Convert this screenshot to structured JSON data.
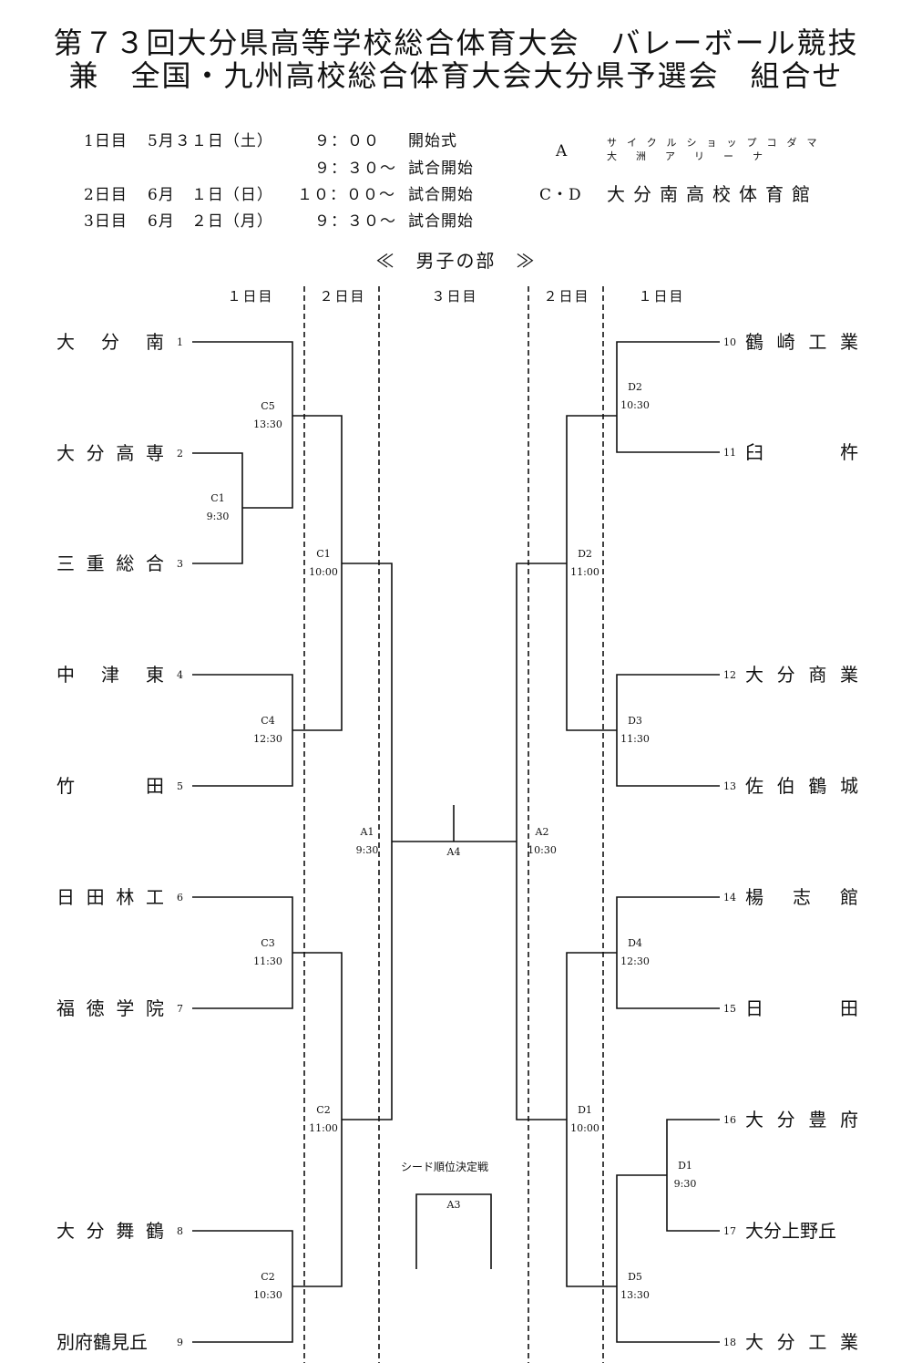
{
  "title": {
    "line1": "第７３回大分県高等学校総合体育大会　バレーボール競技",
    "line2": "兼　全国・九州高校総合体育大会大分県予選会　組合せ"
  },
  "schedule": [
    {
      "day": "1日目",
      "date": "5月３１日（土）",
      "time": "９：００",
      "event": "開始式"
    },
    {
      "day": "",
      "date": "",
      "time": "９：３０～",
      "event": "試合開始"
    },
    {
      "day": "2日目",
      "date": "6月　１日（日）",
      "time": "１０：００～",
      "event": "試合開始"
    },
    {
      "day": "3日目",
      "date": "6月　２日（月）",
      "time": "９：３０～",
      "event": "試合開始"
    }
  ],
  "venues": {
    "a_label": "A",
    "a_line1": "サイクルショップコダマ",
    "a_line2": "大洲アリーナ",
    "cd_label": "C・D",
    "cd_name": "大分南高校体育館"
  },
  "division": "≪　男子の部　≫",
  "day_headers": [
    "１日目",
    "２日目",
    "３日目",
    "２日目",
    "１日目"
  ],
  "left_teams": [
    {
      "seed": "1",
      "chars": [
        "大",
        "分",
        "南"
      ]
    },
    {
      "seed": "2",
      "chars": [
        "大",
        "分",
        "高",
        "専"
      ]
    },
    {
      "seed": "3",
      "chars": [
        "三",
        "重",
        "総",
        "合"
      ]
    },
    {
      "seed": "4",
      "chars": [
        "中",
        "津",
        "東"
      ]
    },
    {
      "seed": "5",
      "chars": [
        "竹",
        "田"
      ]
    },
    {
      "seed": "6",
      "chars": [
        "日",
        "田",
        "林",
        "工"
      ]
    },
    {
      "seed": "7",
      "chars": [
        "福",
        "徳",
        "学",
        "院"
      ]
    },
    {
      "seed": "8",
      "chars": [
        "大",
        "分",
        "舞",
        "鶴"
      ]
    },
    {
      "seed": "9",
      "chars": [
        "別府鶴見丘"
      ]
    }
  ],
  "right_teams": [
    {
      "seed": "10",
      "chars": [
        "鶴",
        "崎",
        "工",
        "業"
      ]
    },
    {
      "seed": "11",
      "chars": [
        "臼",
        "杵"
      ]
    },
    {
      "seed": "12",
      "chars": [
        "大",
        "分",
        "商",
        "業"
      ]
    },
    {
      "seed": "13",
      "chars": [
        "佐",
        "伯",
        "鶴",
        "城"
      ]
    },
    {
      "seed": "14",
      "chars": [
        "楊",
        "志",
        "館"
      ]
    },
    {
      "seed": "15",
      "chars": [
        "日",
        "田"
      ]
    },
    {
      "seed": "16",
      "chars": [
        "大",
        "分",
        "豊",
        "府"
      ]
    },
    {
      "seed": "17",
      "chars": [
        "大分上野丘"
      ]
    },
    {
      "seed": "18",
      "chars": [
        "大",
        "分",
        "工",
        "業"
      ]
    }
  ],
  "matches": [
    {
      "code": "C5",
      "time": "13:30"
    },
    {
      "code": "C1",
      "time": "9:30"
    },
    {
      "code": "C1",
      "time": "10:00"
    },
    {
      "code": "C4",
      "time": "12:30"
    },
    {
      "code": "A1",
      "time": "9:30"
    },
    {
      "code": "C3",
      "time": "11:30"
    },
    {
      "code": "C2",
      "time": "11:00"
    },
    {
      "code": "C2",
      "time": "10:30"
    },
    {
      "code": "D2",
      "time": "10:30"
    },
    {
      "code": "D2",
      "time": "11:00"
    },
    {
      "code": "D3",
      "time": "11:30"
    },
    {
      "code": "A2",
      "time": "10:30"
    },
    {
      "code": "D4",
      "time": "12:30"
    },
    {
      "code": "D1",
      "time": "10:00"
    },
    {
      "code": "D1",
      "time": "9:30"
    },
    {
      "code": "D5",
      "time": "13:30"
    }
  ],
  "final": {
    "code": "A4"
  },
  "seeding": {
    "label": "シード順位決定戦",
    "code": "A3"
  }
}
